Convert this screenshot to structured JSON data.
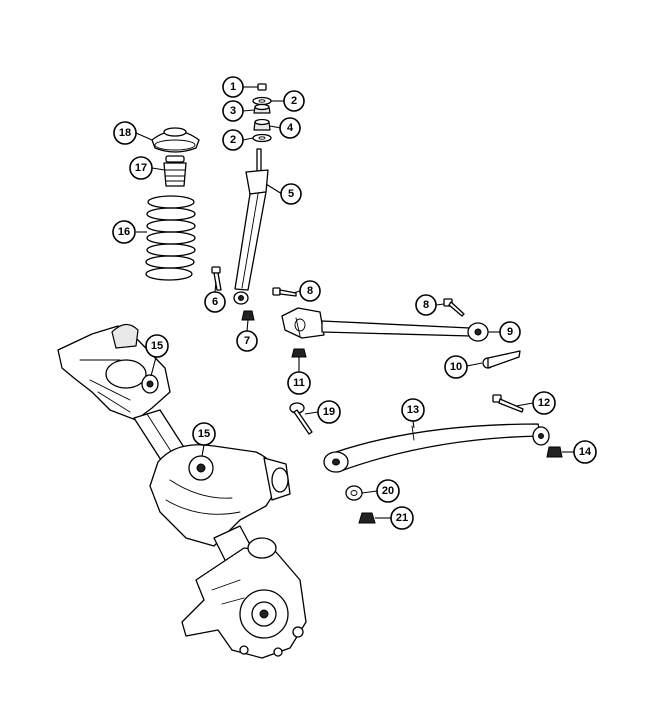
{
  "callouts": [
    {
      "id": "c1",
      "label": "1"
    },
    {
      "id": "c2a",
      "label": "2"
    },
    {
      "id": "c3",
      "label": "3"
    },
    {
      "id": "c2b",
      "label": "2"
    },
    {
      "id": "c4",
      "label": "4"
    },
    {
      "id": "c5",
      "label": "5"
    },
    {
      "id": "c18",
      "label": "18"
    },
    {
      "id": "c17",
      "label": "17"
    },
    {
      "id": "c16",
      "label": "16"
    },
    {
      "id": "c6",
      "label": "6"
    },
    {
      "id": "c7",
      "label": "7"
    },
    {
      "id": "c8a",
      "label": "8"
    },
    {
      "id": "c8b",
      "label": "8"
    },
    {
      "id": "c9",
      "label": "9"
    },
    {
      "id": "c10",
      "label": "10"
    },
    {
      "id": "c11",
      "label": "11"
    },
    {
      "id": "c15a",
      "label": "15"
    },
    {
      "id": "c15b",
      "label": "15"
    },
    {
      "id": "c19",
      "label": "19"
    },
    {
      "id": "c13",
      "label": "13"
    },
    {
      "id": "c12",
      "label": "12"
    },
    {
      "id": "c14",
      "label": "14"
    },
    {
      "id": "c20",
      "label": "20"
    },
    {
      "id": "c21",
      "label": "21"
    }
  ]
}
